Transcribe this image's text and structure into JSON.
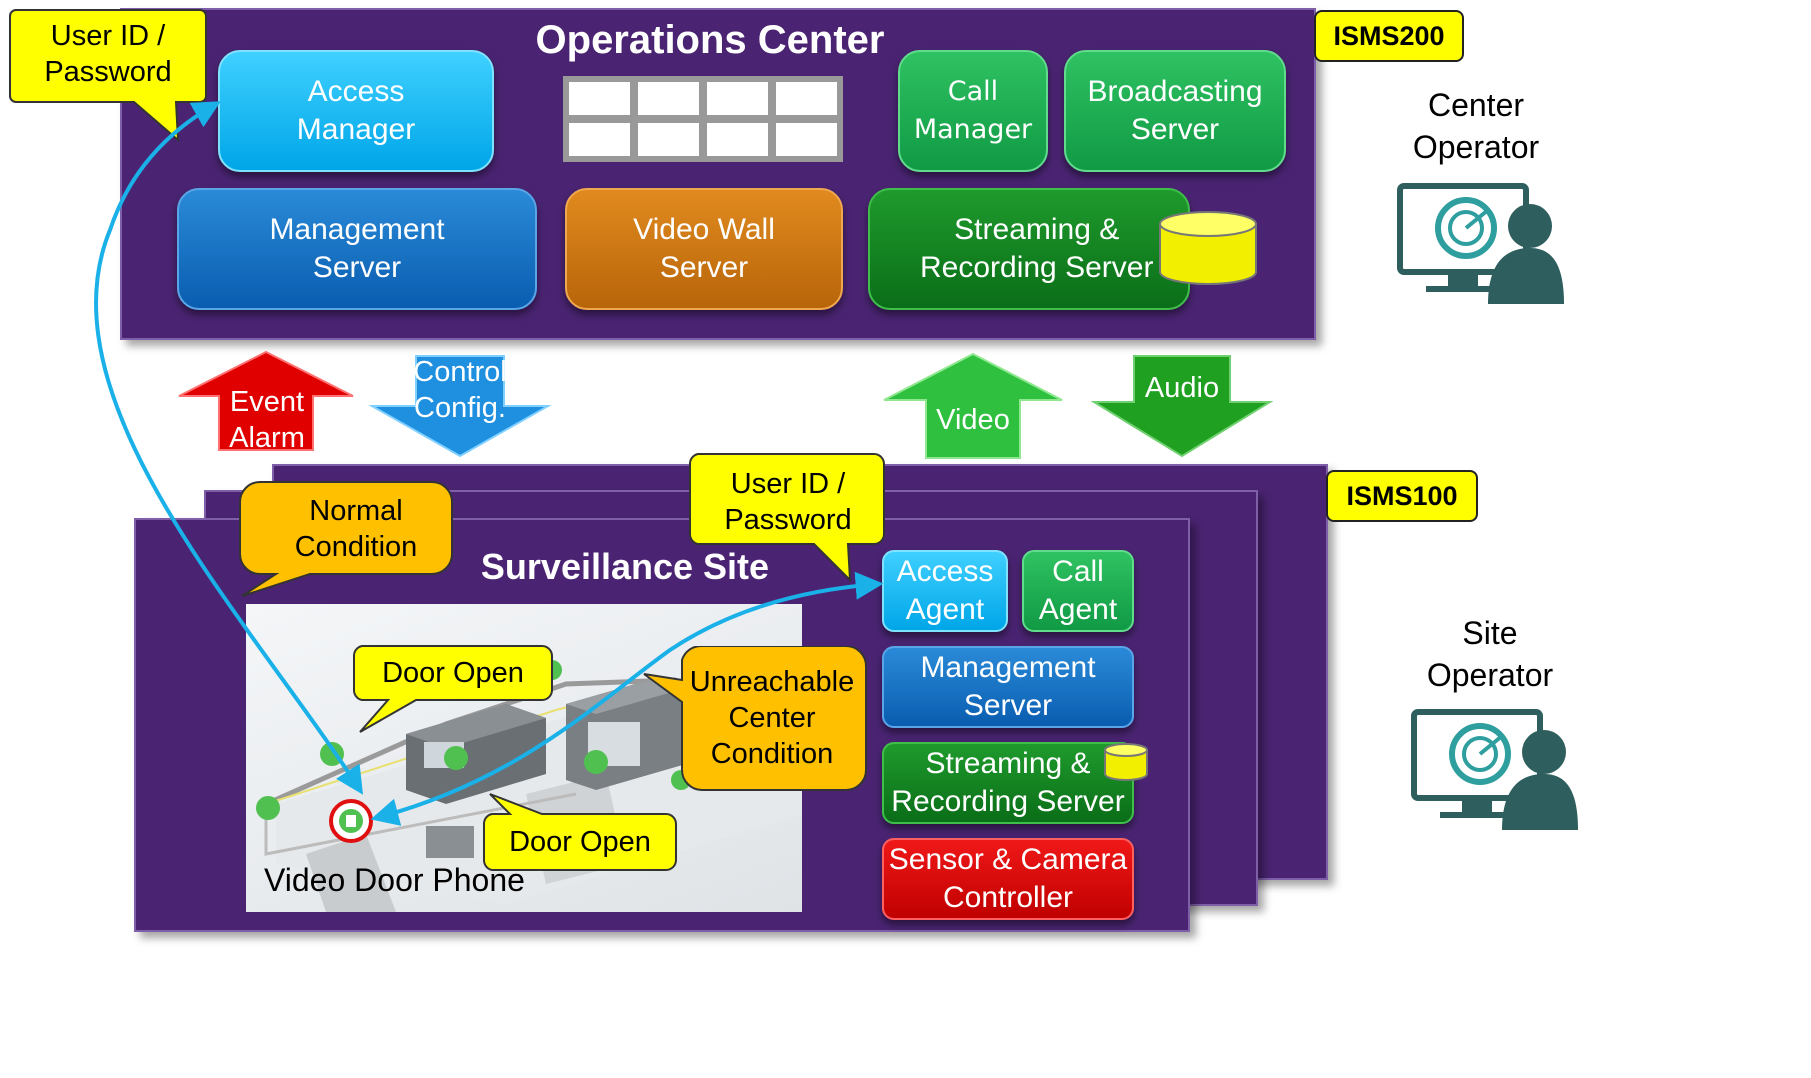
{
  "operations_center": {
    "title": "Operations Center",
    "tag": "ISMS200",
    "access_manager": "Access\nManager",
    "call_manager": "Call\nManager",
    "broadcasting_server": "Broadcasting\nServer",
    "management_server": "Management\nServer",
    "video_wall_server": "Video Wall\nServer",
    "streaming_recording_server": "Streaming  &\nRecording Server",
    "user_callout": "User ID /\nPassword"
  },
  "flows": {
    "event_alarm": "Event\nAlarm",
    "control_config": "Control\nConfig.",
    "video": "Video",
    "audio": "Audio"
  },
  "surveillance_site": {
    "title": "Surveillance Site",
    "tag": "ISMS100",
    "access_agent": "Access\nAgent",
    "call_agent": "Call\nAgent",
    "management_server": "Management\nServer",
    "streaming_recording_server": "Streaming  &\nRecording Server",
    "sensor_camera_controller": "Sensor & Camera\nController",
    "normal_condition": "Normal\nCondition",
    "user_callout": "User ID /\nPassword",
    "door_open_1": "Door Open",
    "door_open_2": "Door Open",
    "unreachable_center": "Unreachable\nCenter\nCondition",
    "video_door_phone": "Video Door Phone"
  },
  "operators": {
    "center": "Center\nOperator",
    "site": "Site\nOperator"
  },
  "colors": {
    "panel": "#4a2472",
    "callout_yellow": "#ffff00",
    "callout_orange": "#ffc000",
    "link_line": "#1ab0e8",
    "event_arrow": "#e00000",
    "control_arrow": "#1f8fe0",
    "video_arrow": "#30c040",
    "audio_arrow": "#20a020",
    "operator_icon": "#2e5e5e"
  }
}
